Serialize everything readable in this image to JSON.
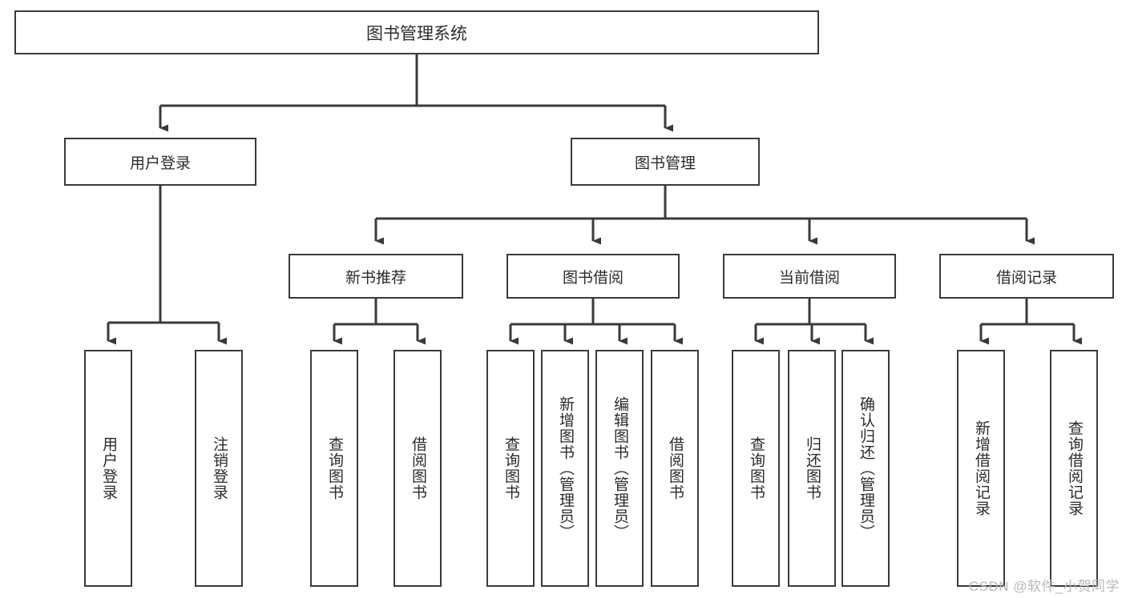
{
  "diagram": {
    "title": "图书管理系统",
    "type": "tree-hierarchy-chart",
    "watermark": "CSDN @软件_小贺同学",
    "colors": {
      "box_border": "#3a3a3a",
      "box_fill": "#ffffff",
      "connector": "#3a3a3a",
      "text": "#2b2b2b",
      "watermark": "#b9b9b9"
    },
    "nodes": {
      "root": {
        "label": "图书管理系统"
      },
      "level2": [
        {
          "label": "用户登录"
        },
        {
          "label": "图书管理"
        }
      ],
      "level3": [
        {
          "label": "新书推荐"
        },
        {
          "label": "图书借阅"
        },
        {
          "label": "当前借阅"
        },
        {
          "label": "借阅记录"
        }
      ],
      "leaves": [
        {
          "label": "用户登录",
          "parent": "用户登录"
        },
        {
          "label": "注销登录",
          "parent": "用户登录"
        },
        {
          "label": "查询图书",
          "parent": "新书推荐"
        },
        {
          "label": "借阅图书",
          "parent": "新书推荐"
        },
        {
          "label": "查询图书",
          "parent": "图书借阅"
        },
        {
          "label": "新增图书（管理员）",
          "parent": "图书借阅"
        },
        {
          "label": "编辑图书（管理员）",
          "parent": "图书借阅"
        },
        {
          "label": "借阅图书",
          "parent": "图书借阅"
        },
        {
          "label": "查询图书",
          "parent": "当前借阅"
        },
        {
          "label": "归还图书",
          "parent": "当前借阅"
        },
        {
          "label": "确认归还（管理员）",
          "parent": "当前借阅"
        },
        {
          "label": "新增借阅记录",
          "parent": "借阅记录"
        },
        {
          "label": "查询借阅记录",
          "parent": "借阅记录"
        }
      ]
    }
  }
}
